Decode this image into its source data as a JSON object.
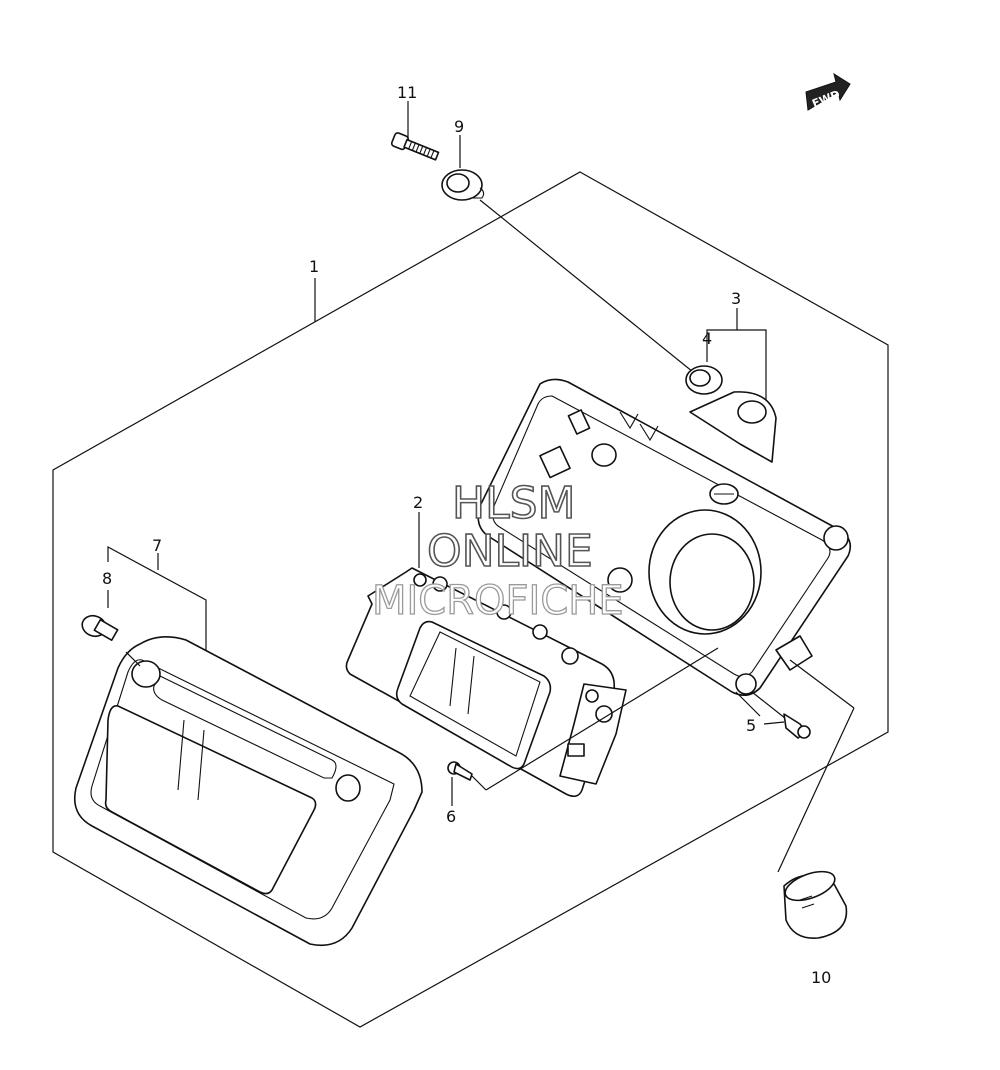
{
  "diagram": {
    "fwd_label": "FWD",
    "callouts": {
      "c1": "1",
      "c2": "2",
      "c3": "3",
      "c4": "4",
      "c5": "5",
      "c6": "6",
      "c7": "7",
      "c8": "8",
      "c9": "9",
      "c10": "10",
      "c11": "11"
    },
    "watermark": {
      "line1": "HLSM",
      "line2": "ONLINE",
      "line3": "MICROFICHE"
    }
  }
}
